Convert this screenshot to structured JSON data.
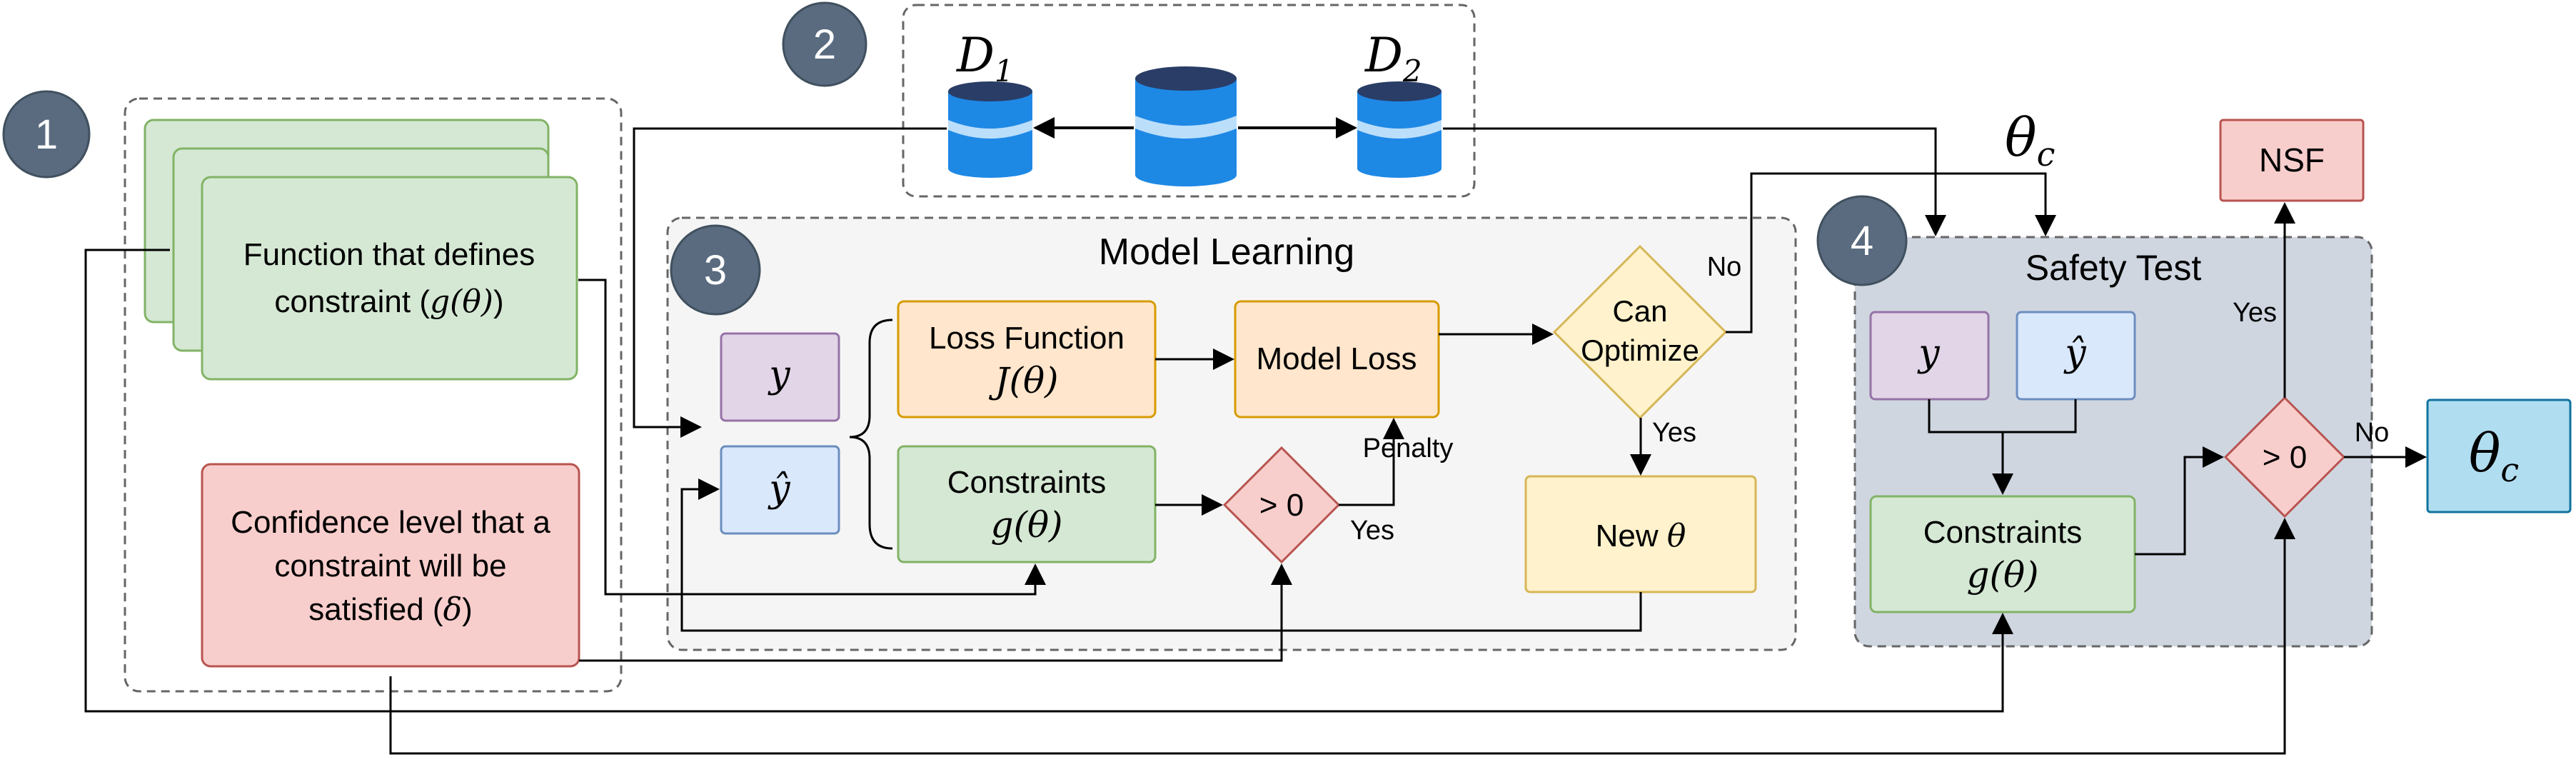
{
  "badges": {
    "b1": "1",
    "b2": "2",
    "b3": "3",
    "b4": "4"
  },
  "section1": {
    "function_line1": "Function that defines",
    "function_line2_prefix": "constraint (",
    "function_line2_math": "g(θ)",
    "function_line2_suffix": ")",
    "confidence_line1": "Confidence level that a",
    "confidence_line2": "constraint will be",
    "confidence_line3_prefix": "satisfied (",
    "confidence_line3_math": "δ",
    "confidence_line3_suffix": ")"
  },
  "section2": {
    "d1_base": "D",
    "d1_sub": "1",
    "d2_base": "D",
    "d2_sub": "2"
  },
  "theta_c_label": {
    "base": "θ",
    "sub": "c"
  },
  "section3": {
    "title": "Model Learning",
    "y": "y",
    "y_hat": "ŷ",
    "loss_line1": "Loss Function",
    "loss_line2": "J(θ)",
    "constraints_line1": "Constraints",
    "constraints_line2": "g(θ)",
    "model_loss": "Model Loss",
    "gt0": "> 0",
    "penalty": "Penalty",
    "yes_gt0": "Yes",
    "can_line1": "Can",
    "can_line2": "Optimize",
    "no": "No",
    "yes_can": "Yes",
    "new_theta_prefix": "New ",
    "new_theta_math": "θ"
  },
  "section4": {
    "title": "Safety Test",
    "y": "y",
    "y_hat": "ŷ",
    "constraints_line1": "Constraints",
    "constraints_line2": "g(θ)",
    "gt0": "> 0",
    "yes": "Yes",
    "no": "No"
  },
  "nsf": "NSF",
  "output_theta": {
    "base": "θ",
    "sub": "c"
  },
  "colors": {
    "green_fill": "#d5e8d4",
    "green_stroke": "#82b366",
    "red_fill": "#f8cecc",
    "red_stroke": "#b85450",
    "orange_fill": "#ffe6cc",
    "orange_stroke": "#d79b00",
    "yellow_fill": "#fff2cc",
    "yellow_stroke": "#d6b656",
    "purple_fill": "#e1d5e7",
    "purple_stroke": "#9673a6",
    "blue_fill": "#dae8fc",
    "blue_stroke": "#6c8ebf",
    "cyan_fill": "#b1ddf0",
    "cyan_stroke": "#10739e",
    "badge": "#5a6b7f",
    "db_blue": "#1e88e5",
    "safety_fill": "#cfd6e0"
  }
}
